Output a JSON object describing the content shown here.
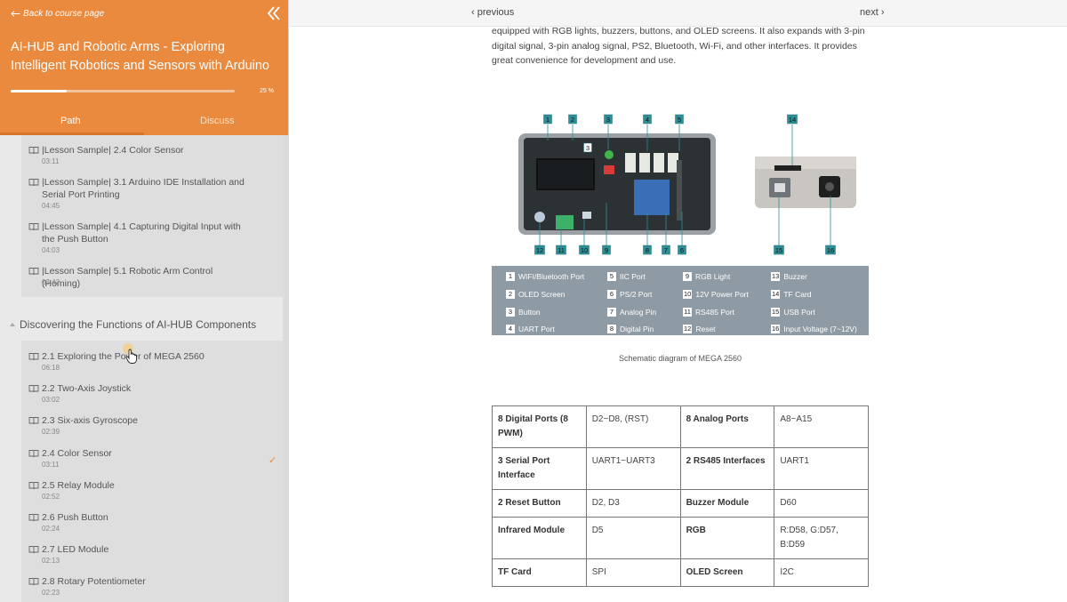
{
  "sidebar": {
    "back_label": "Back to course page",
    "course_title": "AI-HUB and Robotic Arms - Exploring Intelligent Robotics and Sensors with Arduino",
    "progress_label": "25 %",
    "progress_value": 0.25,
    "tabs": {
      "path": "Path",
      "discuss": "Discuss"
    },
    "top_lessons": [
      {
        "title": "|Lesson Sample| 2.4 Color Sensor",
        "duration": "03:11"
      },
      {
        "title": "|Lesson Sample| 3.1 Arduino IDE Installation and Serial Port Printing",
        "duration": "04:45"
      },
      {
        "title": "|Lesson Sample| 4.1 Capturing Digital Input with the Push Button",
        "duration": "04:03"
      },
      {
        "title": "|Lesson Sample| 5.1 Robotic Arm Control (Homing)",
        "duration": "03:42"
      }
    ],
    "section_title": "Discovering the Functions of AI-HUB Components",
    "section_lessons": [
      {
        "title": "2.1 Exploring the Power of MEGA 2560",
        "duration": "06:18"
      },
      {
        "title": "2.2 Two-Axis Joystick",
        "duration": "03:02"
      },
      {
        "title": "2.3 Six-axis Gyroscope",
        "duration": "02:39"
      },
      {
        "title": "2.4 Color Sensor",
        "duration": "03:11"
      },
      {
        "title": "2.5 Relay Module",
        "duration": "02:52"
      },
      {
        "title": "2.6 Push Button",
        "duration": "02:24"
      },
      {
        "title": "2.7 LED Module",
        "duration": "02:13"
      },
      {
        "title": "2.8 Rotary Potentiometer",
        "duration": "02:23"
      }
    ]
  },
  "nav": {
    "previous": "‹ previous",
    "next": "next ›"
  },
  "content": {
    "intro": "equipped with RGB lights, buzzers, buttons, and OLED screens. It also expands with 3-pin digital signal, 3-pin analog signal, PS2, Bluetooth, Wi-Fi, and other interfaces. It provides great convenience for development and use.",
    "caption": "Schematic diagram of MEGA 2560",
    "diagram_numbers": [
      "1",
      "2",
      "3",
      "4",
      "5",
      "14",
      "3",
      "12",
      "11",
      "10",
      "9",
      "8",
      "7",
      "6",
      "15",
      "16"
    ],
    "legend": [
      {
        "num": "1",
        "label": "WIFI/Bluetooth Port"
      },
      {
        "num": "2",
        "label": "OLED Screen"
      },
      {
        "num": "3",
        "label": "Button"
      },
      {
        "num": "4",
        "label": "UART Port"
      },
      {
        "num": "5",
        "label": "IIC Port"
      },
      {
        "num": "6",
        "label": "PS/2 Port"
      },
      {
        "num": "7",
        "label": "Analog Pin"
      },
      {
        "num": "8",
        "label": "Digital Pin"
      },
      {
        "num": "9",
        "label": "RGB Light"
      },
      {
        "num": "10",
        "label": "12V Power Port"
      },
      {
        "num": "11",
        "label": "RS485 Port"
      },
      {
        "num": "12",
        "label": "Reset"
      },
      {
        "num": "13",
        "label": "Buzzer"
      },
      {
        "num": "14",
        "label": "TF Card"
      },
      {
        "num": "15",
        "label": "USB Port"
      },
      {
        "num": "16",
        "label": "Input Voltage (7~12V)"
      }
    ],
    "table": [
      [
        "8 Digital Ports (8 PWM)",
        "D2~D8, (RST)",
        "8 Analog Ports",
        "A8~A15"
      ],
      [
        "3 Serial Port Interface",
        "UART1~UART3",
        "2 RS485 Interfaces",
        "UART1"
      ],
      [
        "2 Reset Button",
        "D2, D3",
        "Buzzer Module",
        "D60"
      ],
      [
        "Infrared Module",
        "D5",
        "RGB",
        "R:D58, G:D57, B:D59"
      ],
      [
        "TF Card",
        "SPI",
        "OLED Screen",
        "I2C"
      ]
    ]
  },
  "colors": {
    "accent": "#e98a3f",
    "legend_bg": "#8f9ba4",
    "teal_label": "#2e8f96"
  }
}
